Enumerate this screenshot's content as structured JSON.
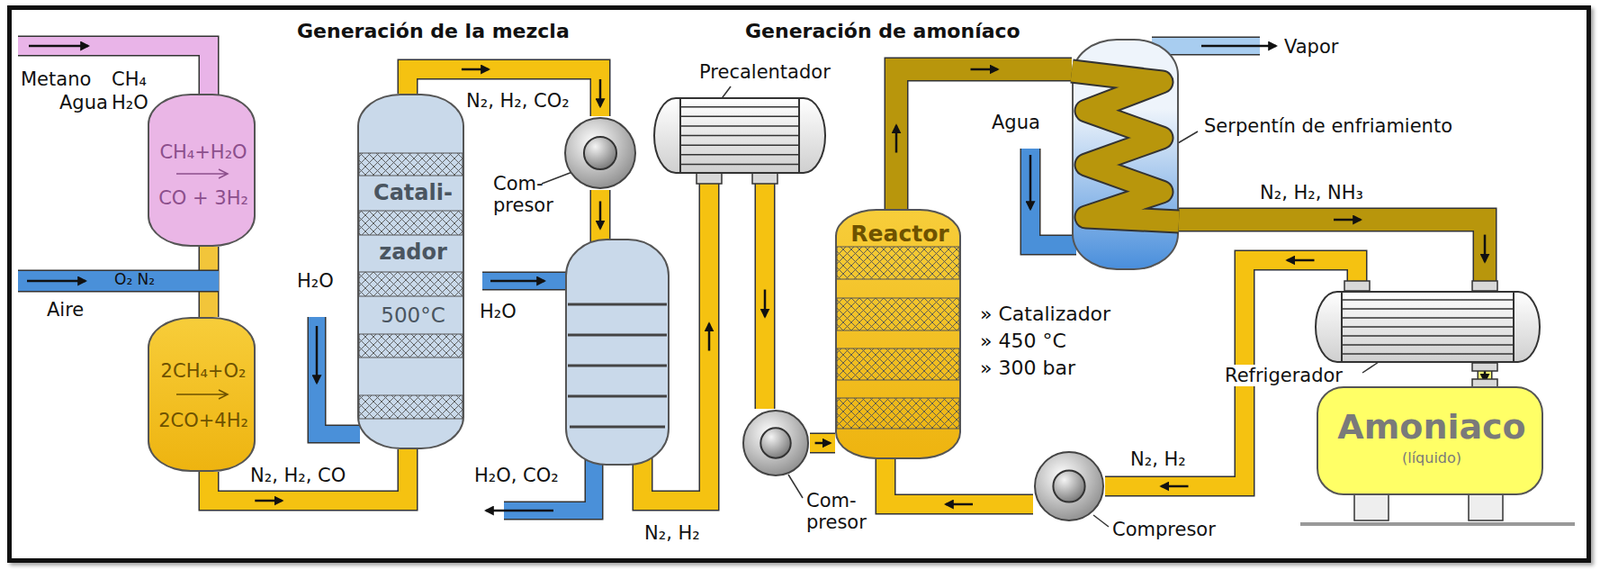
{
  "diagram": {
    "nodes": [
      {
        "text": [
          "CH₄+H₂O",
          "CO + 3H₂"
        ]
      },
      {
        "text": [
          "2CH₄+O₂",
          "2CO+4H₂"
        ]
      },
      {
        "text": [
          "Catali-",
          "zador",
          "500°C"
        ]
      },
      {
        "text": [
          "Com- presor"
        ]
      },
      {
        "text": [
          "Precalentador"
        ]
      },
      {
        "text": [
          "Com- presor"
        ]
      },
      {
        "text": [
          "Reactor"
        ]
      },
      {
        "text": [
          "Serpentín de enfriamiento"
        ]
      },
      {
        "text": [
          "Refrigerador"
        ]
      },
      {
        "text": [
          "Amoniaco",
          "(líquido)"
        ]
      },
      {
        "text": [
          "Compresor"
        ]
      }
    ],
    "edges": [
      {
        "from": 0,
        "to": 1,
        "arrow": "none"
      },
      {
        "from": 1,
        "to": 2,
        "arrow": "to",
        "label": "N₂, H₂, CO"
      },
      {
        "from": 2,
        "to": 3,
        "arrow": "to",
        "label": "N₂, H₂, CO₂"
      },
      {
        "from": 3,
        "to": 4,
        "arrow": "to",
        "label": "N₂, H₂"
      },
      {
        "from": 4,
        "to": 5,
        "arrow": "to"
      },
      {
        "from": 5,
        "to": 6,
        "arrow": "to"
      },
      {
        "from": 6,
        "to": 7,
        "arrow": "to"
      },
      {
        "from": 7,
        "to": 8,
        "arrow": "to",
        "label": "N₂, H₂, NH₃"
      },
      {
        "from": 8,
        "to": 9,
        "arrow": "to"
      },
      {
        "from": 8,
        "to": 10,
        "arrow": "to",
        "label": "N₂, H₂"
      },
      {
        "from": 10,
        "to": 6,
        "arrow": "to"
      }
    ],
    "labels": [
      "Generación de la mezcla",
      "Generación de amoníaco",
      "Metano",
      "CH₄",
      "Agua",
      "H₂O",
      "O₂ N₂",
      "Aire",
      "H₂O",
      "H₂O",
      "H₂O, CO₂",
      "» Catalizador",
      "» 450 °C",
      "» 300 bar",
      "Agua",
      "Vapor"
    ]
  }
}
